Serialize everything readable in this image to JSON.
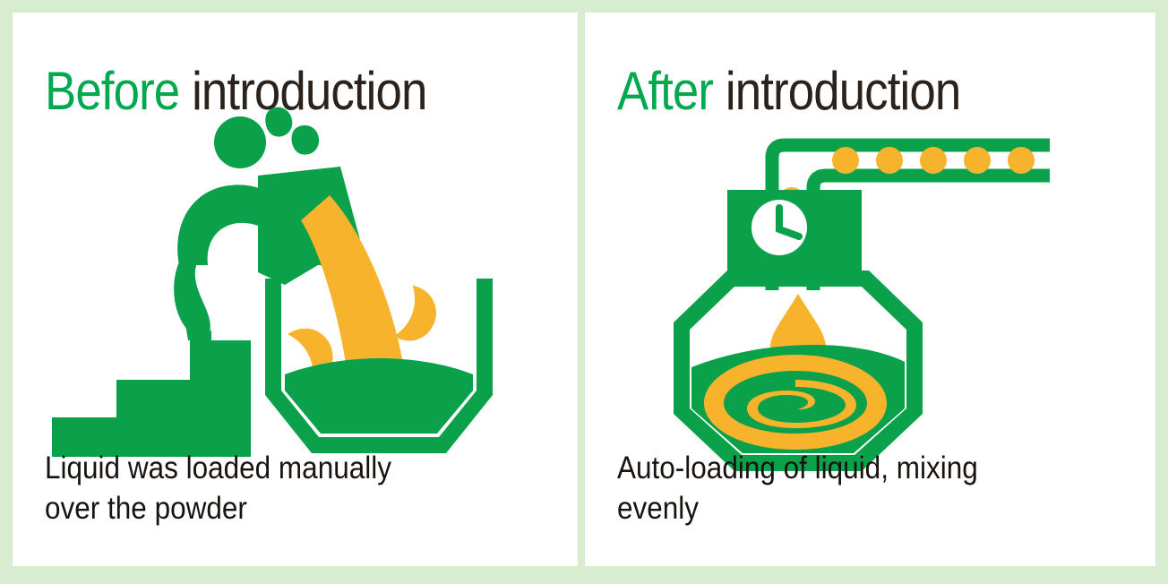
{
  "theme": {
    "frame_color": "#d8ecd0",
    "divider_color": "#d8ecd0",
    "green": "#0ba04a",
    "title_green": "#00a94f",
    "orange": "#f7b32b",
    "text_dark": "#2b221c",
    "background": "#ffffff"
  },
  "panels": [
    {
      "id": "before",
      "title_accent": "Before",
      "title_body": "introduction",
      "caption": "Liquid was loaded manually\nover the powder",
      "illustration": {
        "name": "manual-liquid-loading-illustration",
        "elements": [
          "worker-figure",
          "bucket",
          "steps",
          "pouring-liquid-stream",
          "splash-droplets",
          "mixing-tank"
        ]
      }
    },
    {
      "id": "after",
      "title_accent": "After",
      "title_body": "introduction",
      "caption": "Auto-loading of liquid, mixing\nevenly",
      "illustration": {
        "name": "automatic-liquid-loading-illustration",
        "elements": [
          "feed-pipe",
          "pipe-droplets",
          "timer-clock",
          "control-box",
          "liquid-drop",
          "mixing-vessel",
          "swirl-mixture"
        ]
      }
    }
  ]
}
